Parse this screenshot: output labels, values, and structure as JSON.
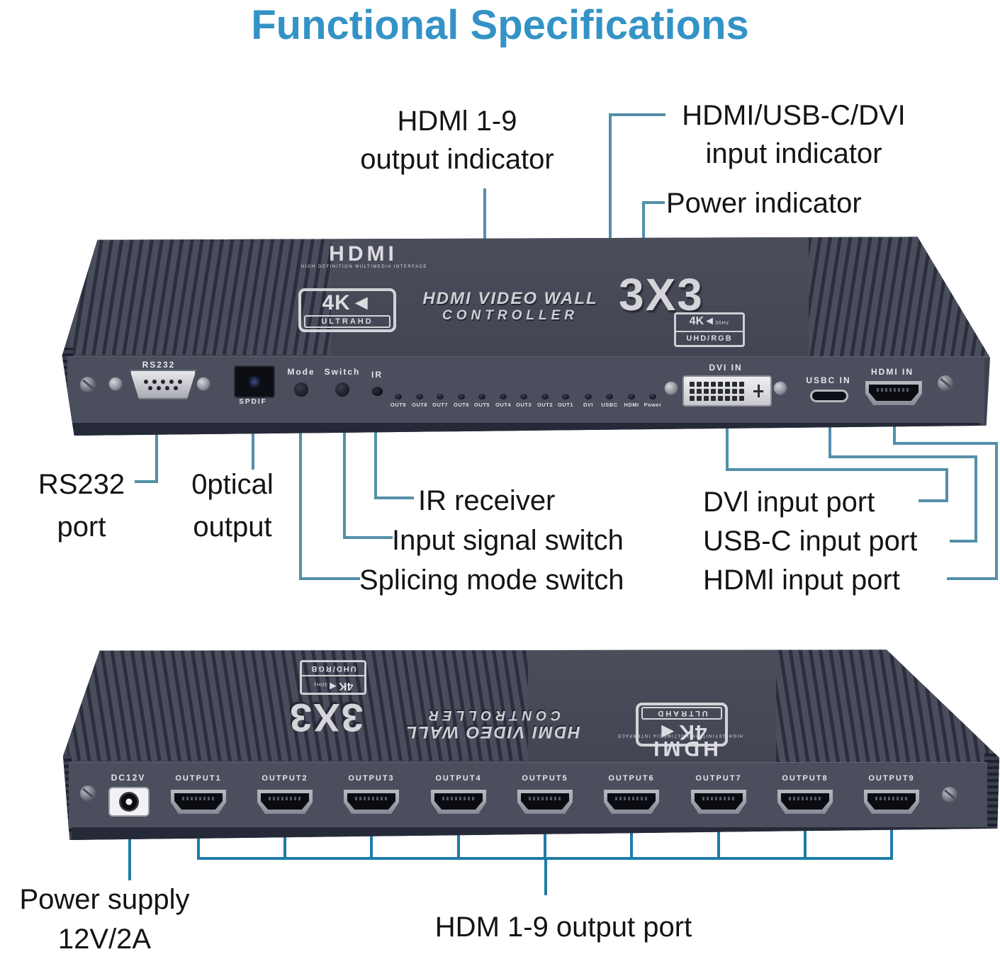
{
  "title": "Functional Specifications",
  "colors": {
    "title_blue": "#3493c6",
    "callout_line": "#548fa9",
    "port_line": "#1f7ca8",
    "device_body": "#3e4250",
    "device_face": "#4b4f5d"
  },
  "callouts": {
    "output_indicator": {
      "line1": "HDMl 1-9",
      "line2": "output indicator"
    },
    "input_indicator": {
      "line1": "HDMI/USB-C/DVI",
      "line2": "input indicator"
    },
    "power_indicator": "Power indicator",
    "rs232": {
      "line1": "RS232",
      "line2": "port"
    },
    "optical": {
      "line1": "0ptical",
      "line2": "output"
    },
    "ir_receiver": "IR receiver",
    "input_signal_switch": "Input signal switch",
    "splicing_mode_switch": "Splicing mode switch",
    "dvi_input": "DVl input port",
    "usbc_input": "USB-C input port",
    "hdmi_input": "HDMl input port",
    "power_supply": {
      "line1": "Power supply",
      "line2": "12V/2A"
    },
    "output_ports": "HDM 1-9 output port"
  },
  "device_rear": {
    "branding": {
      "hdmi_logo": "HDMI",
      "hdmi_logo_sub": "HIGH DEFINITION MULTIMEDIA INTERFACE",
      "badge_4k": "4K",
      "badge_4k_sub": "ULTRAHD",
      "product_line1": "HDMI VIDEO WALL",
      "product_line2": "CONTROLLER",
      "matrix": "3X3",
      "badge_small_top": "4K",
      "badge_small_hz": "30Hz",
      "badge_small_bottom": "UHD/RGB"
    },
    "rs232_label": "RS232",
    "spdif_label": "SPDIF",
    "mode_label": "Mode",
    "switch_label": "Switch",
    "ir_label": "IR",
    "out_leds": [
      "OUT9",
      "OUT8",
      "OUT7",
      "OUT6",
      "OUT5",
      "OUT4",
      "OUT3",
      "OUT2",
      "OUT1"
    ],
    "input_leds": [
      "DVI",
      "USBC",
      "HDMI"
    ],
    "power_led": "Power",
    "dvi_in_label": "DVI IN",
    "usbc_in_label": "USBC IN",
    "hdmi_in_label": "HDMI IN"
  },
  "device_front_panel": {
    "dc_label": "DC12V",
    "outputs": [
      "OUTPUT1",
      "OUTPUT2",
      "OUTPUT3",
      "OUTPUT4",
      "OUTPUT5",
      "OUTPUT6",
      "OUTPUT7",
      "OUTPUT8",
      "OUTPUT9"
    ]
  }
}
